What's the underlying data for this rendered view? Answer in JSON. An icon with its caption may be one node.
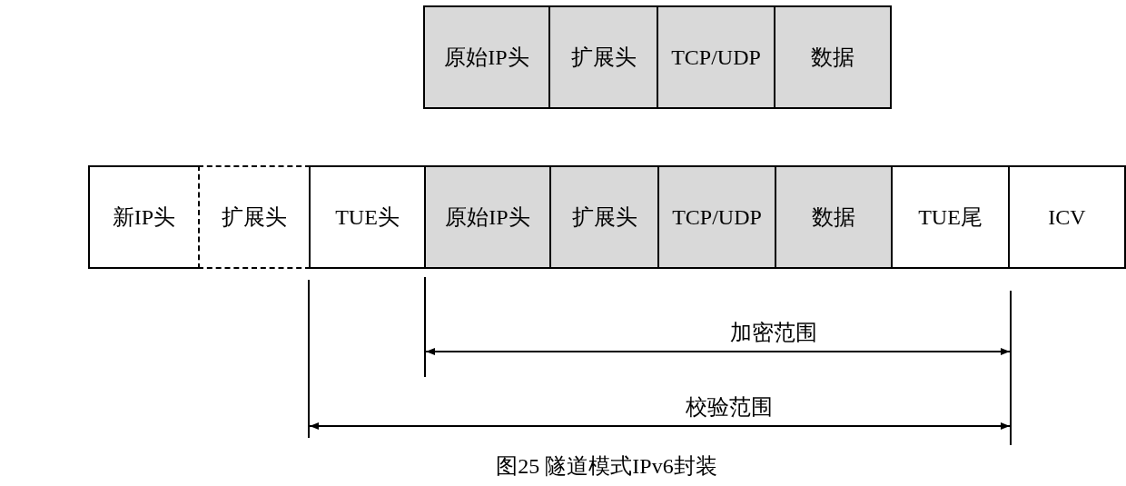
{
  "diagram": {
    "caption": "图25  隧道模式IPv6封装",
    "nodes": [
      {
        "text": [
          "原始IP头"
        ]
      },
      {
        "text": [
          "扩展头"
        ]
      },
      {
        "text": [
          "TCP/UDP"
        ]
      },
      {
        "text": [
          "数据"
        ]
      },
      {
        "text": [
          "新IP头"
        ]
      },
      {
        "text": [
          "扩展头"
        ]
      },
      {
        "text": [
          "TUE头"
        ]
      },
      {
        "text": [
          "原始IP头"
        ]
      },
      {
        "text": [
          "扩展头"
        ]
      },
      {
        "text": [
          "TCP/UDP"
        ]
      },
      {
        "text": [
          "数据"
        ]
      },
      {
        "text": [
          "TUE尾"
        ]
      },
      {
        "text": [
          "ICV"
        ]
      }
    ],
    "labels": [
      "加密范围",
      "校验范围"
    ]
  }
}
